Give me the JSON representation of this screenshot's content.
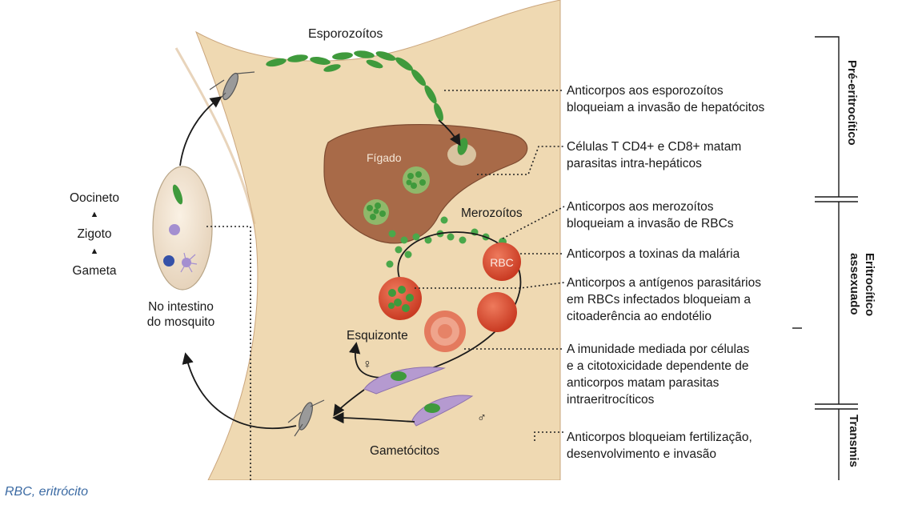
{
  "labels": {
    "sporozoites": "Esporozoítos",
    "liver": "Fígado",
    "merozoites": "Merozoítos",
    "rbc": "RBC",
    "schizont": "Esquizonte",
    "gametocytes": "Gametócitos",
    "female_symbol": "♀",
    "male_symbol": "♂",
    "ookinete": "Oocineto",
    "zygote": "Zigoto",
    "gamete": "Gameta",
    "mosquito_gut_line1": "No intestino",
    "mosquito_gut_line2": "do mosquito"
  },
  "annotations": [
    {
      "lines": [
        "Anticorpos aos esporozoítos",
        "bloqueiam a invasão de hepatócitos"
      ]
    },
    {
      "lines": [
        "Células T CD4+ e CD8+ matam",
        "parasitas intra-hepáticos"
      ]
    },
    {
      "lines": [
        "Anticorpos aos merozoítos",
        "bloqueiam a invasão de RBCs"
      ]
    },
    {
      "lines": [
        "Anticorpos a toxinas da malária"
      ]
    },
    {
      "lines": [
        "Anticorpos a antígenos parasitários",
        "em RBCs infectados bloqueiam a",
        "citoaderência ao endotélio"
      ]
    },
    {
      "lines": [
        "A imunidade mediada por células",
        "e a citotoxicidade dependente de",
        "anticorpos matam parasitas",
        "intraeritrocíticos"
      ]
    },
    {
      "lines": [
        "Anticorpos bloqueiam fertilização,",
        "desenvolvimento e invasão"
      ]
    }
  ],
  "phases": {
    "pre_erythrocytic": "Pré-eritrocítico",
    "erythrocytic_line1": "Eritrocítico",
    "erythrocytic_line2": "assexuado",
    "transmission": "Transmis"
  },
  "caption": "RBC, eritrócito",
  "colors": {
    "skin": "#efd9b2",
    "liver": "#a86a48",
    "parasite_green": "#3f9a3c",
    "rbc_red": "#d2402a",
    "gametocyte_purple": "#b59ad0",
    "caption_blue": "#3b6aa3"
  }
}
